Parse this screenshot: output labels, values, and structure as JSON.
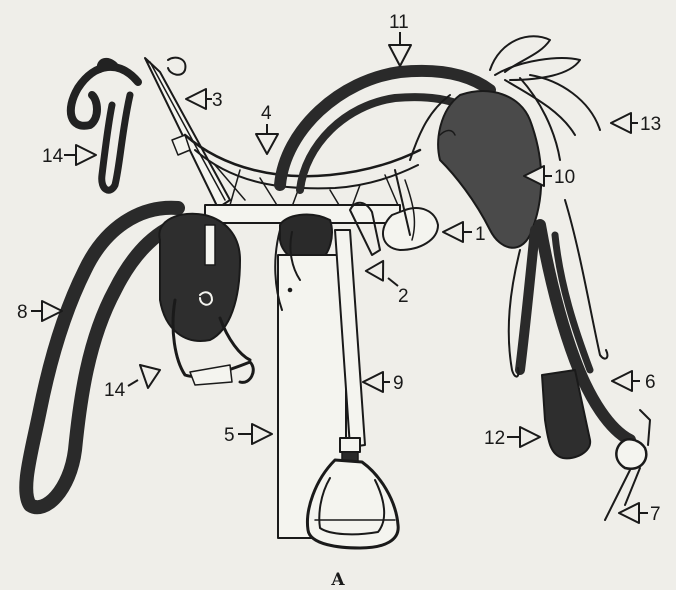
{
  "figure": {
    "letter": "A",
    "colors": {
      "paper": "#efeee9",
      "ink": "#1a1a1a",
      "leather_dark": "#2e2e2e",
      "leather_mid": "#4a4a4a",
      "light_panel": "#f4f4ef"
    }
  },
  "callouts": [
    {
      "id": "1",
      "label": "1"
    },
    {
      "id": "2",
      "label": "2"
    },
    {
      "id": "3",
      "label": "3"
    },
    {
      "id": "4",
      "label": "4"
    },
    {
      "id": "5",
      "label": "5"
    },
    {
      "id": "6",
      "label": "6"
    },
    {
      "id": "7",
      "label": "7"
    },
    {
      "id": "8",
      "label": "8"
    },
    {
      "id": "9",
      "label": "9"
    },
    {
      "id": "10",
      "label": "10"
    },
    {
      "id": "11",
      "label": "11"
    },
    {
      "id": "12",
      "label": "12"
    },
    {
      "id": "13",
      "label": "13"
    },
    {
      "id": "14a",
      "label": "14"
    },
    {
      "id": "14b",
      "label": "14"
    }
  ]
}
